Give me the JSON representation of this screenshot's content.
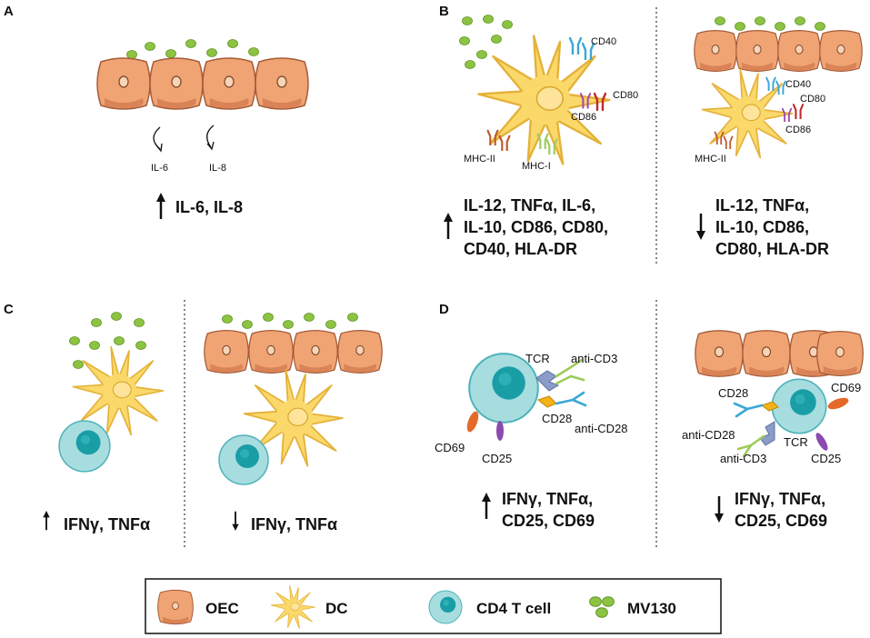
{
  "panels": {
    "A": {
      "letter": "A",
      "labels": [
        "IL-6",
        "IL-8"
      ],
      "result": "IL-6, IL-8",
      "direction": "up"
    },
    "B": {
      "letter": "B",
      "left": {
        "receptors": [
          "CD40",
          "CD80",
          "CD86",
          "MHC-II",
          "MHC-I"
        ],
        "result_lines": [
          "IL-12, TNFα, IL-6,",
          "IL-10, CD86, CD80,",
          "CD40, HLA-DR"
        ],
        "direction": "up"
      },
      "right": {
        "receptors": [
          "CD40",
          "CD80",
          "CD86",
          "MHC-II"
        ],
        "result_lines": [
          "IL-12, TNFα,",
          "IL-10, CD86,",
          "CD80, HLA-DR"
        ],
        "direction": "down"
      }
    },
    "C": {
      "letter": "C",
      "left": {
        "result": "IFNγ, TNFα",
        "direction": "up"
      },
      "right": {
        "result": "IFNγ, TNFα",
        "direction": "down"
      }
    },
    "D": {
      "letter": "D",
      "left": {
        "labels": [
          "TCR",
          "anti-CD3",
          "CD28",
          "anti-CD28",
          "CD69",
          "CD25"
        ],
        "result_lines": [
          "IFNγ, TNFα,",
          "CD25, CD69"
        ],
        "direction": "up"
      },
      "right": {
        "labels": [
          "CD28",
          "CD69",
          "anti-CD28",
          "TCR",
          "anti-CD3",
          "CD25"
        ],
        "result_lines": [
          "IFNγ, TNFα,",
          "CD25, CD69"
        ],
        "direction": "down"
      }
    }
  },
  "legend": {
    "items": [
      {
        "icon": "oec-cell-icon",
        "label": "OEC"
      },
      {
        "icon": "dendritic-cell-icon",
        "label": "DC"
      },
      {
        "icon": "cd4-t-cell-icon",
        "label": "CD4 T cell"
      },
      {
        "icon": "mv130-particles-icon",
        "label": "MV130"
      }
    ]
  },
  "colors": {
    "oec_fill": "#f0a373",
    "oec_stroke": "#a55c38",
    "dc_fill": "#fbd86a",
    "dc_stroke": "#e4b23a",
    "tcell_fill": "#a8dde0",
    "tcell_nucleus": "#1a9ea6",
    "mv130": "#8dc342",
    "cd40": "#3aa7d6",
    "cd80": "#c0282a",
    "cd86": "#a24aa8",
    "mhc2": "#c0592a",
    "mhc1": "#9ccc5a",
    "cd69": "#e46a2a",
    "cd25": "#8a4ab0",
    "cd28": "#f2b21a",
    "tcr": "#8a9cc8"
  }
}
